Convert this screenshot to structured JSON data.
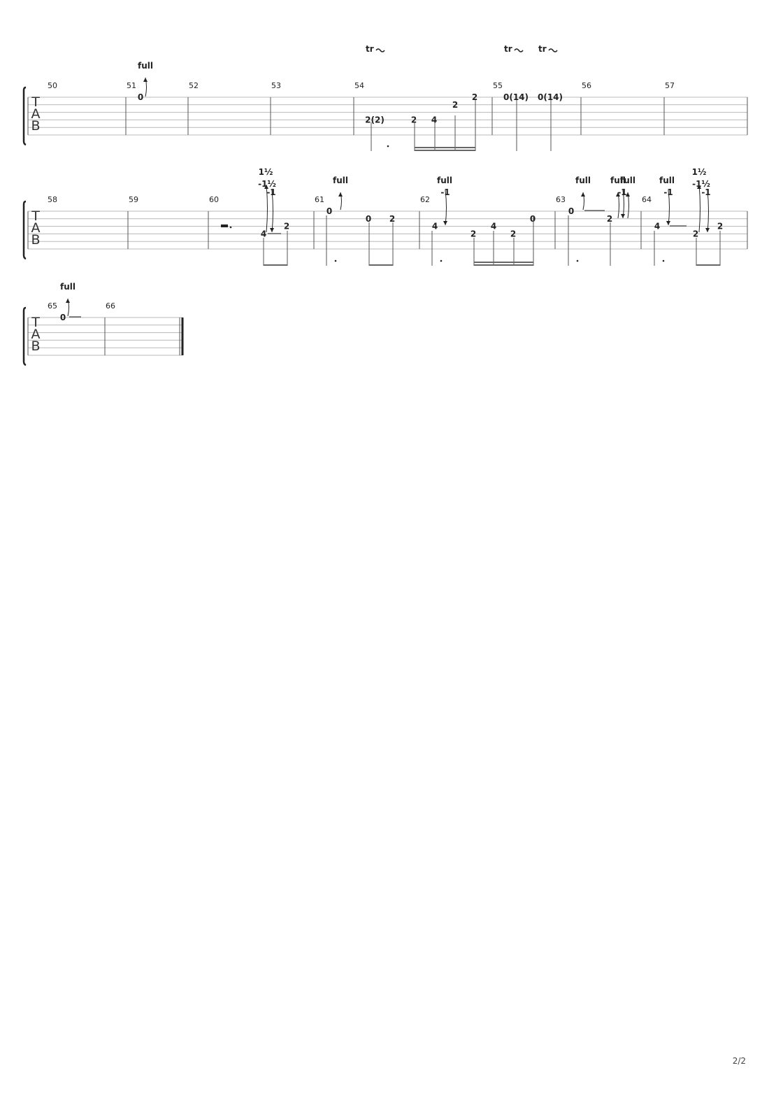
{
  "colors": {
    "measure_number": "#e8692a",
    "ink": "#222222",
    "staff_line": "#b8b8b8",
    "bar_line": "#555555",
    "stem": "#555555"
  },
  "tab_clef": {
    "letters": [
      "T",
      "A",
      "B"
    ]
  },
  "page_number": "2/2",
  "systems": [
    {
      "id": "system-1",
      "measures": [
        {
          "number": "50"
        },
        {
          "number": "51"
        },
        {
          "number": "52"
        },
        {
          "number": "53"
        },
        {
          "number": "54"
        },
        {
          "number": "55"
        },
        {
          "number": "56"
        },
        {
          "number": "57"
        }
      ],
      "annotations": [
        "full",
        "tr",
        "tr",
        "tr"
      ],
      "frets": [
        "0",
        "2(2)",
        "2",
        "4",
        "2",
        "2",
        "0(14)",
        "0(14)"
      ]
    },
    {
      "id": "system-2",
      "measures": [
        {
          "number": "58"
        },
        {
          "number": "59"
        },
        {
          "number": "60"
        },
        {
          "number": "61"
        },
        {
          "number": "62"
        },
        {
          "number": "63"
        },
        {
          "number": "64"
        }
      ],
      "annotations": [
        "1½",
        "-1½",
        "-1",
        "full",
        "full",
        "-1",
        "full",
        "full",
        "full",
        "-1",
        "full",
        "-1",
        "1½",
        "-1½",
        "-1"
      ],
      "frets": [
        "4",
        "2",
        "0",
        "0",
        "2",
        "2",
        "4",
        "2",
        "4",
        "2",
        "0",
        "0",
        "2",
        "4",
        "2"
      ]
    },
    {
      "id": "system-3",
      "measures": [
        {
          "number": "65"
        },
        {
          "number": "66"
        }
      ],
      "annotations": [
        "full"
      ],
      "frets": [
        "0"
      ]
    }
  ]
}
